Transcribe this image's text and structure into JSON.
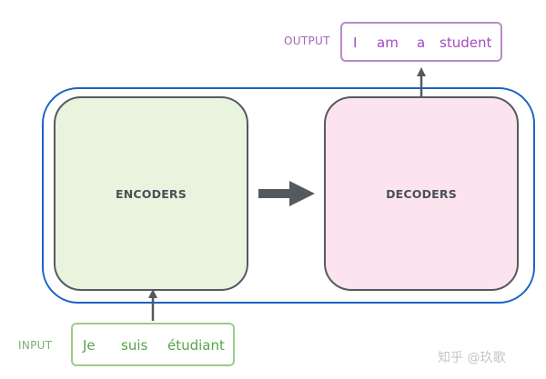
{
  "output": {
    "label": "OUTPUT",
    "words": [
      "I",
      "am",
      "a",
      "student"
    ]
  },
  "encoders": {
    "label": "ENCODERS"
  },
  "decoders": {
    "label": "DECODERS"
  },
  "input": {
    "label": "INPUT",
    "words": [
      "Je",
      "suis",
      "étudiant"
    ]
  },
  "watermark": "知乎 @玖歌",
  "colors": {
    "container_border": "#1a63c7",
    "encoder_fill": "#e9f4df",
    "decoder_fill": "#fce4ef",
    "block_border": "#555a5f",
    "output_text": "#a04cc0",
    "output_border": "#b98ac7",
    "input_text": "#55a548",
    "input_border": "#9ccb8c",
    "arrow": "#555a5f"
  }
}
